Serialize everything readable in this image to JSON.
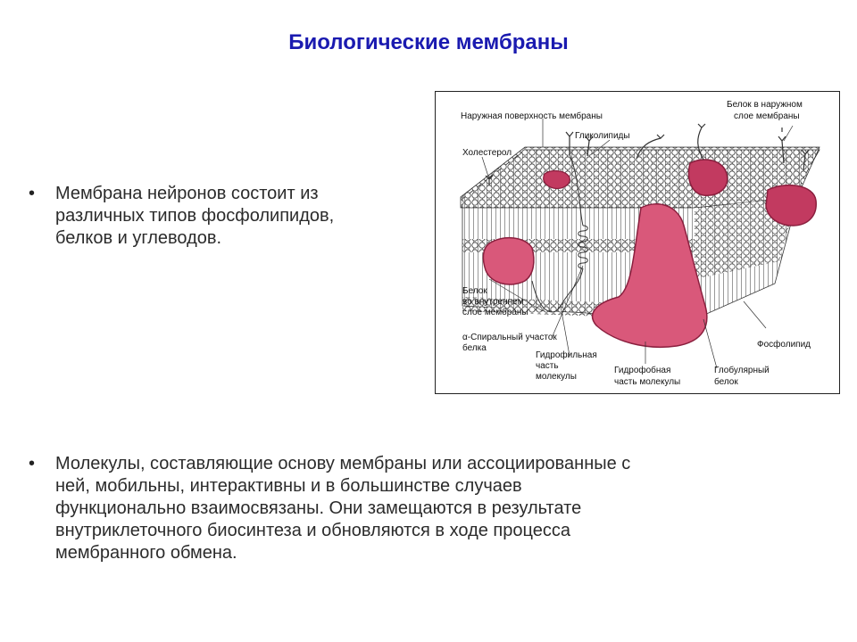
{
  "title": "Биологические мембраны",
  "bullets": {
    "symbol": "•",
    "first": [
      "Мембрана нейронов состоит из",
      "различных типов фосфолипидов,",
      "белков и углеводов."
    ],
    "second": [
      "Молекулы, составляющие основу мембраны или ассоциированные с",
      "ней, мобильны, интерактивны и в большинстве случаев",
      "функционально взаимосвязаны. Они замещаются в результате",
      "внутриклеточного биосинтеза и обновляются в ходе процесса",
      "мембранного обмена."
    ]
  },
  "figure": {
    "labels": {
      "outer_surface": "Наружная поверхность мембраны",
      "outer_protein": [
        "Белок в наружном",
        "слое мембраны"
      ],
      "glycolipids": "Гликолипиды",
      "cholesterol": "Холестерол",
      "inner_protein": [
        "Белок",
        "во внутреннем",
        "слое мембраны"
      ],
      "alpha_helix": [
        "α-Спиральный участок",
        "белка"
      ],
      "hydrophilic": [
        "Гидрофильная",
        "часть",
        "молекулы"
      ],
      "hydrophobic": [
        "Гидрофобная",
        "часть молекулы"
      ],
      "globular": [
        "Глобулярный",
        "белок"
      ],
      "phospholipid": "Фосфолипид"
    }
  },
  "colors": {
    "title": "#1a1ab0",
    "protein": "#d9587a",
    "protein_dark": "#8a1f3e",
    "lipid_head": "#ffffff"
  }
}
